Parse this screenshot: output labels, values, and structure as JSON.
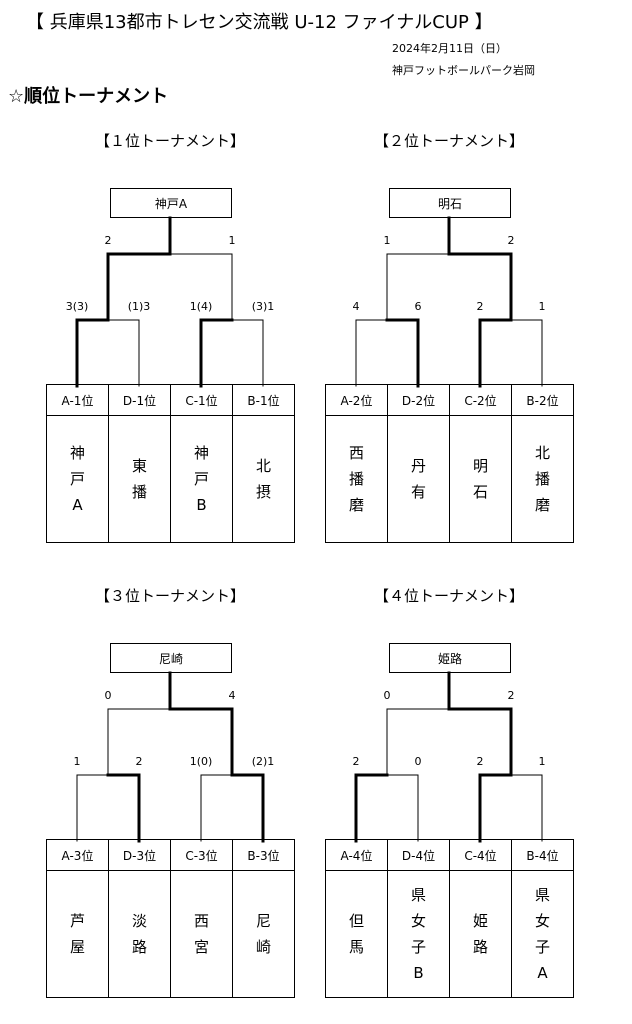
{
  "header": {
    "title": "【 兵庫県13都市トレセン交流戦 U-12 ファイナルCUP 】",
    "date": "2024年2月11日（日）",
    "venue": "神戸フットボールパーク岩岡",
    "section_star": "☆",
    "section": "順位トーナメント"
  },
  "brackets": [
    {
      "heading": "【１位トーナメント】",
      "winner": "神戸A",
      "top_left": "2",
      "top_right": "1",
      "scores": [
        "3(3)",
        "(1)3",
        "1(4)",
        "(3)1"
      ],
      "seeds": [
        "A-1位",
        "D-1位",
        "C-1位",
        "B-1位"
      ],
      "teams": [
        "神戸A",
        "東播",
        "神戸B",
        "北摂"
      ],
      "winners_path": {
        "top": "left",
        "left": "a",
        "right": "a"
      }
    },
    {
      "heading": "【２位トーナメント】",
      "winner": "明石",
      "top_left": "1",
      "top_right": "2",
      "scores": [
        "4",
        "6",
        "2",
        "1"
      ],
      "seeds": [
        "A-2位",
        "D-2位",
        "C-2位",
        "B-2位"
      ],
      "teams": [
        "西播磨",
        "丹有",
        "明石",
        "北播磨"
      ],
      "winners_path": {
        "top": "right",
        "left": "b",
        "right": "a"
      }
    },
    {
      "heading": "【３位トーナメント】",
      "winner": "尼崎",
      "top_left": "0",
      "top_right": "4",
      "scores": [
        "1",
        "2",
        "1(0)",
        "(2)1"
      ],
      "seeds": [
        "A-3位",
        "D-3位",
        "C-3位",
        "B-3位"
      ],
      "teams": [
        "芦屋",
        "淡路",
        "西宮",
        "尼崎"
      ],
      "winners_path": {
        "top": "right",
        "left": "b",
        "right": "b"
      }
    },
    {
      "heading": "【４位トーナメント】",
      "winner": "姫路",
      "top_left": "0",
      "top_right": "2",
      "scores": [
        "2",
        "0",
        "2",
        "1"
      ],
      "seeds": [
        "A-4位",
        "D-4位",
        "C-4位",
        "B-4位"
      ],
      "teams": [
        "但馬",
        "県女子B",
        "姫路",
        "県女子A"
      ],
      "winners_path": {
        "top": "right",
        "left": "a",
        "right": "a"
      }
    }
  ]
}
